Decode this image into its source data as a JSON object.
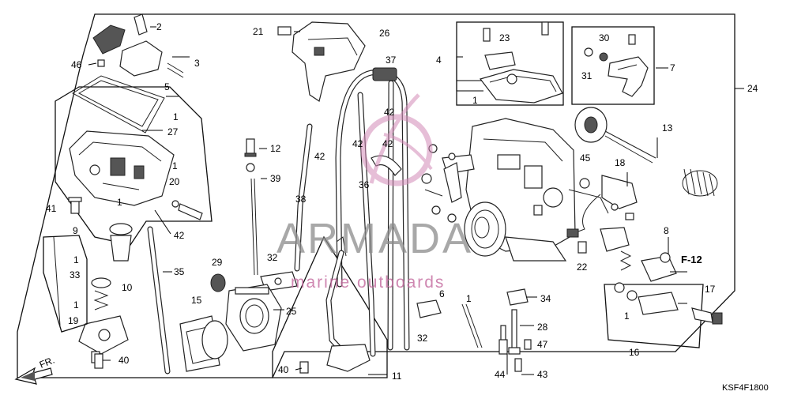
{
  "diagram": {
    "code": "KSF4F1800",
    "front_label": "FR.",
    "ref_label": "F-12",
    "watermark": {
      "brand": "ARMADA",
      "sub": "marine outboards"
    },
    "labels": {
      "p1a": "1",
      "p1b": "1",
      "p1c": "1",
      "p1d": "1",
      "p1e": "1",
      "p1f": "1",
      "p1g": "1",
      "p1h": "1",
      "p1i": "1",
      "p2": "2",
      "p3": "3",
      "p4": "4",
      "p5": "5",
      "p6": "6",
      "p7": "7",
      "p8": "8",
      "p9": "9",
      "p10": "10",
      "p11": "11",
      "p12": "12",
      "p13": "13",
      "p15": "15",
      "p16": "16",
      "p17": "17",
      "p18": "18",
      "p19": "19",
      "p20": "20",
      "p21": "21",
      "p22": "22",
      "p23": "23",
      "p24": "24",
      "p25": "25",
      "p26": "26",
      "p27": "27",
      "p28": "28",
      "p29": "29",
      "p30": "30",
      "p31": "31",
      "p32a": "32",
      "p32b": "32",
      "p33": "33",
      "p34": "34",
      "p35": "35",
      "p36": "36",
      "p37": "37",
      "p38": "38",
      "p39": "39",
      "p40a": "40",
      "p40b": "40",
      "p41": "41",
      "p42a": "42",
      "p42b": "42",
      "p42c": "42",
      "p42d": "42",
      "p42e": "42",
      "p43": "43",
      "p44": "44",
      "p45": "45",
      "p46": "46",
      "p47": "47"
    }
  }
}
